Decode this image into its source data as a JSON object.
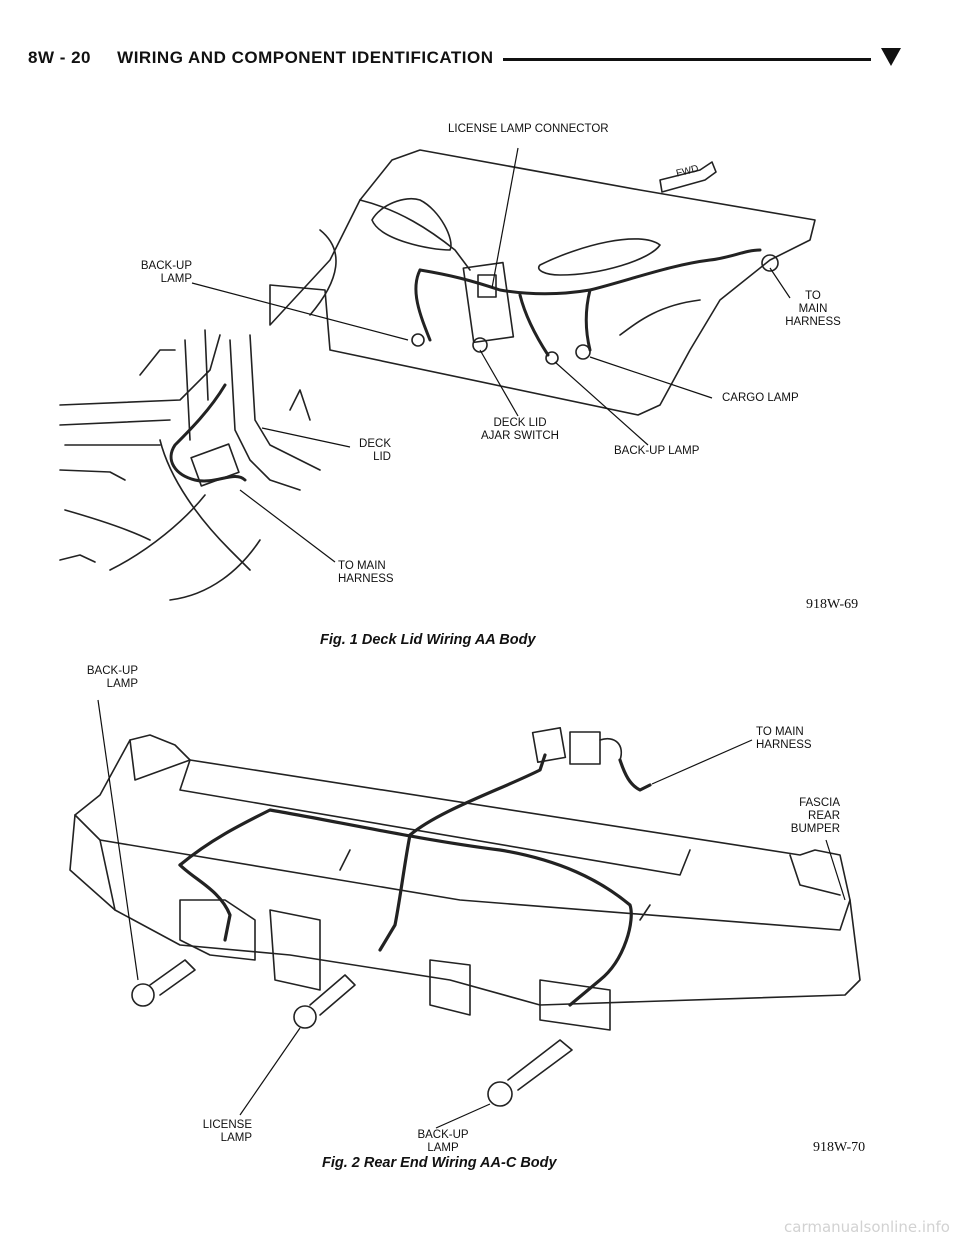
{
  "header": {
    "section": "8W - 20",
    "title": "WIRING AND COMPONENT IDENTIFICATION"
  },
  "figure1": {
    "caption": "Fig. 1 Deck Lid Wiring AA Body",
    "code": "918W-69",
    "callouts": {
      "license_lamp_connector": "LICENSE LAMP CONNECTOR",
      "fwd": "FWD",
      "backup_lamp_left": "BACK-UP\nLAMP",
      "to_main_harness_top": "TO\nMAIN\nHARNESS",
      "cargo_lamp": "CARGO LAMP",
      "deck_lid_ajar_switch": "DECK LID\nAJAR SWITCH",
      "backup_lamp_bottom": "BACK-UP LAMP",
      "deck_lid": "DECK\nLID",
      "to_main_harness_bottom": "TO MAIN\nHARNESS"
    }
  },
  "figure2": {
    "caption": "Fig. 2 Rear End Wiring AA-C Body",
    "code": "918W-70",
    "callouts": {
      "backup_lamp_left": "BACK-UP\nLAMP",
      "to_main_harness": "TO MAIN\nHARNESS",
      "fascia_rear_bumper": "FASCIA\nREAR\nBUMPER",
      "license_lamp": "LICENSE\nLAMP",
      "backup_lamp_bottom": "BACK-UP\nLAMP"
    }
  },
  "watermark": "carmanualsonline.info"
}
